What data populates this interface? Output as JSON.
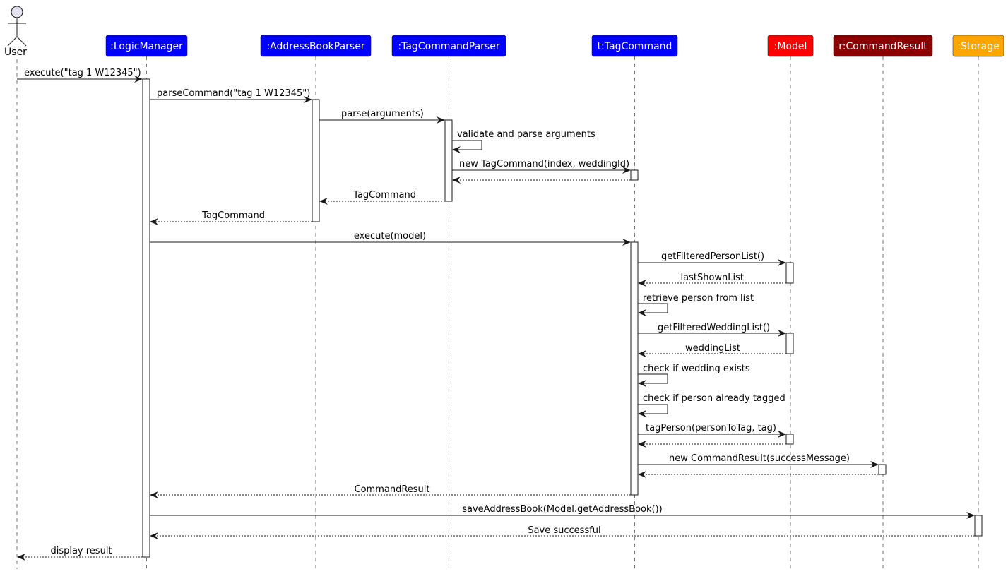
{
  "actor": {
    "label": "User"
  },
  "participants": [
    {
      "id": "logic",
      "label": ":LogicManager",
      "color": "#0000FF",
      "text_color": "#FFFFFF"
    },
    {
      "id": "abp",
      "label": ":AddressBookParser",
      "color": "#0000FF",
      "text_color": "#FFFFFF"
    },
    {
      "id": "tcp",
      "label": ":TagCommandParser",
      "color": "#0000FF",
      "text_color": "#FFFFFF"
    },
    {
      "id": "tc",
      "label": "t:TagCommand",
      "color": "#0000FF",
      "text_color": "#FFFFFF"
    },
    {
      "id": "model",
      "label": ":Model",
      "color": "#FF0000",
      "text_color": "#FFFFFF"
    },
    {
      "id": "cr",
      "label": "r:CommandResult",
      "color": "#8B0000",
      "text_color": "#FFFFFF"
    },
    {
      "id": "storage",
      "label": ":Storage",
      "color": "#FFA500",
      "text_color": "#FFFFFF"
    }
  ],
  "messages": [
    {
      "from": "user",
      "to": "logic",
      "label": "execute(\"tag 1 W12345\")",
      "kind": "call"
    },
    {
      "from": "logic",
      "to": "abp",
      "label": "parseCommand(\"tag 1 W12345\")",
      "kind": "call"
    },
    {
      "from": "abp",
      "to": "tcp",
      "label": "parse(arguments)",
      "kind": "call"
    },
    {
      "from": "tcp",
      "to": "tcp",
      "label": "validate and parse arguments",
      "kind": "self"
    },
    {
      "from": "tcp",
      "to": "tc",
      "label": "new TagCommand(index, weddingId)",
      "kind": "call"
    },
    {
      "from": "tc",
      "to": "tcp",
      "label": "",
      "kind": "return"
    },
    {
      "from": "tcp",
      "to": "abp",
      "label": "TagCommand",
      "kind": "return"
    },
    {
      "from": "abp",
      "to": "logic",
      "label": "TagCommand",
      "kind": "return"
    },
    {
      "from": "logic",
      "to": "tc",
      "label": "execute(model)",
      "kind": "call"
    },
    {
      "from": "tc",
      "to": "model",
      "label": "getFilteredPersonList()",
      "kind": "call"
    },
    {
      "from": "model",
      "to": "tc",
      "label": "lastShownList",
      "kind": "return"
    },
    {
      "from": "tc",
      "to": "tc",
      "label": "retrieve person from list",
      "kind": "self"
    },
    {
      "from": "tc",
      "to": "model",
      "label": "getFilteredWeddingList()",
      "kind": "call"
    },
    {
      "from": "model",
      "to": "tc",
      "label": "weddingList",
      "kind": "return"
    },
    {
      "from": "tc",
      "to": "tc",
      "label": "check if wedding exists",
      "kind": "self"
    },
    {
      "from": "tc",
      "to": "tc",
      "label": "check if person already tagged",
      "kind": "self"
    },
    {
      "from": "tc",
      "to": "model",
      "label": "tagPerson(personToTag, tag)",
      "kind": "call"
    },
    {
      "from": "model",
      "to": "tc",
      "label": "",
      "kind": "return"
    },
    {
      "from": "tc",
      "to": "cr",
      "label": "new CommandResult(successMessage)",
      "kind": "call"
    },
    {
      "from": "cr",
      "to": "tc",
      "label": "",
      "kind": "return"
    },
    {
      "from": "tc",
      "to": "logic",
      "label": "CommandResult",
      "kind": "return"
    },
    {
      "from": "logic",
      "to": "storage",
      "label": "saveAddressBook(Model.getAddressBook())",
      "kind": "call"
    },
    {
      "from": "storage",
      "to": "logic",
      "label": "Save successful",
      "kind": "return"
    },
    {
      "from": "logic",
      "to": "user",
      "label": "display result",
      "kind": "return"
    }
  ]
}
